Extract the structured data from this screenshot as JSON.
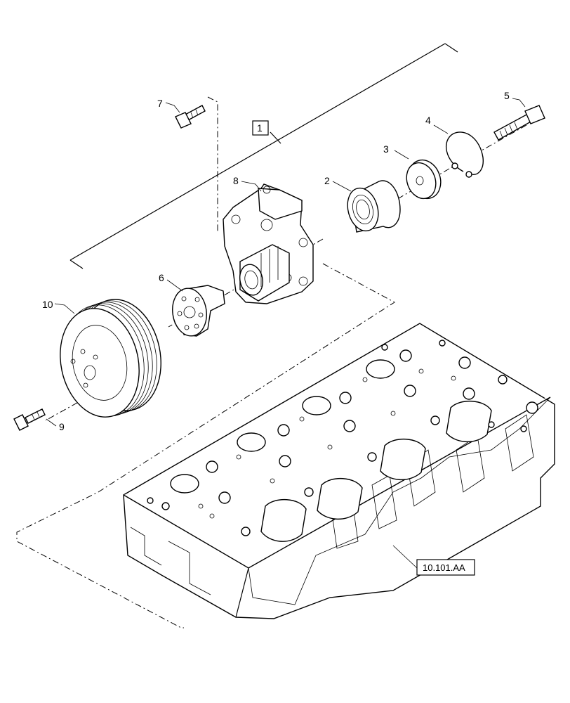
{
  "callouts": {
    "c1": "1",
    "c2": "2",
    "c3": "3",
    "c4": "4",
    "c5": "5",
    "c6": "6",
    "c7": "7",
    "c8": "8",
    "c9": "9",
    "c10": "10"
  },
  "reference": "10.101.AA"
}
